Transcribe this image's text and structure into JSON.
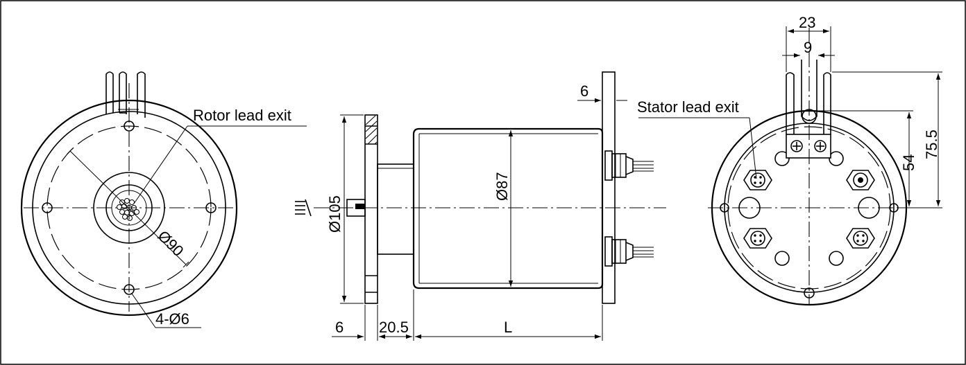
{
  "labels": {
    "rotor_lead_exit": "Rotor lead exit",
    "stator_lead_exit": "Stator lead exit",
    "mount_holes": "4-Ø6",
    "flange_diameter": "Ø90"
  },
  "dimensions": {
    "outer_flange_diameter": "Ø105",
    "body_diameter": "Ø87",
    "flange_thickness": "6",
    "stator_plate_thickness": "6",
    "shoulder_length": "20.5",
    "body_length": "L",
    "bracket_width": "23",
    "slot_width": "9",
    "height_a": "54",
    "height_b": "75.5"
  },
  "colors": {
    "line": "#000000",
    "background": "#ffffff"
  }
}
